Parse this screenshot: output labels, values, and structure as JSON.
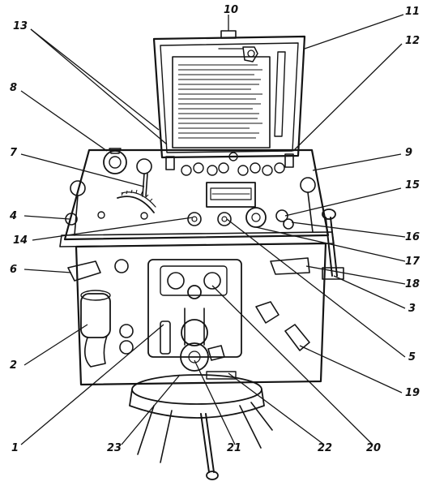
{
  "figure": {
    "callouts": [
      {
        "id": "c1",
        "label": "1"
      },
      {
        "id": "c2",
        "label": "2"
      },
      {
        "id": "c3",
        "label": "3"
      },
      {
        "id": "c4",
        "label": "4"
      },
      {
        "id": "c5",
        "label": "5"
      },
      {
        "id": "c6",
        "label": "6"
      },
      {
        "id": "c7",
        "label": "7"
      },
      {
        "id": "c8",
        "label": "8"
      },
      {
        "id": "c9",
        "label": "9"
      },
      {
        "id": "c10",
        "label": "10"
      },
      {
        "id": "c11",
        "label": "11"
      },
      {
        "id": "c12",
        "label": "12"
      },
      {
        "id": "c13",
        "label": "13"
      },
      {
        "id": "c14",
        "label": "14"
      },
      {
        "id": "c15",
        "label": "15"
      },
      {
        "id": "c16",
        "label": "16"
      },
      {
        "id": "c17",
        "label": "17"
      },
      {
        "id": "c18",
        "label": "18"
      },
      {
        "id": "c19",
        "label": "19"
      },
      {
        "id": "c20",
        "label": "20"
      },
      {
        "id": "c21",
        "label": "21"
      },
      {
        "id": "c22",
        "label": "22"
      },
      {
        "id": "c23",
        "label": "23"
      }
    ]
  }
}
